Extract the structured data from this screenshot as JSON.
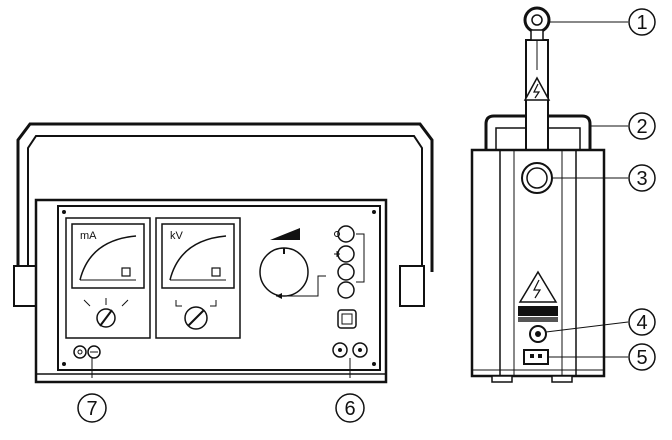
{
  "callouts": [
    {
      "number": "1",
      "target": "lifting-eye"
    },
    {
      "number": "2",
      "target": "carry-handle"
    },
    {
      "number": "3",
      "target": "round-window"
    },
    {
      "number": "4",
      "target": "output-socket"
    },
    {
      "number": "5",
      "target": "power-inlet"
    },
    {
      "number": "6",
      "target": "bottom-terminals"
    },
    {
      "number": "7",
      "target": "earth-terminal"
    }
  ],
  "meters": {
    "current_unit": "mA",
    "voltage_unit": "kV"
  },
  "warning_symbol": "high-voltage-warning-icon"
}
